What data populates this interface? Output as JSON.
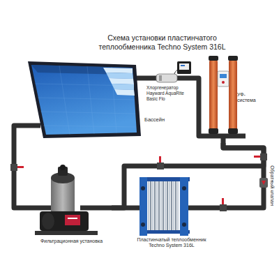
{
  "diagram": {
    "title": "Схема установки пластинчатого теплообменника Techno System 316L",
    "nodes": [
      {
        "text": [
          "Бассейн"
        ]
      },
      {
        "text": [
          "Хлоргенератор Hayward AquaRite Basic Flo"
        ]
      },
      {
        "text": [
          "УФ-система"
        ]
      },
      {
        "text": [
          "Фильтрационная установка"
        ]
      },
      {
        "text": [
          "Пластинчатый теплообменник Techno System 316L"
        ]
      }
    ],
    "edges": [
      {
        "from": 0,
        "to": 3,
        "arrow": "none"
      },
      {
        "from": 3,
        "to": 4,
        "arrow": "none"
      },
      {
        "from": 4,
        "to": 2,
        "arrow": "none"
      },
      {
        "from": 2,
        "to": 1,
        "arrow": "none"
      },
      {
        "from": 1,
        "to": 0,
        "arrow": "none"
      },
      {
        "from": 3,
        "to": 2,
        "arrow": "none"
      }
    ],
    "labels": [
      "Обратный клапан"
    ]
  }
}
